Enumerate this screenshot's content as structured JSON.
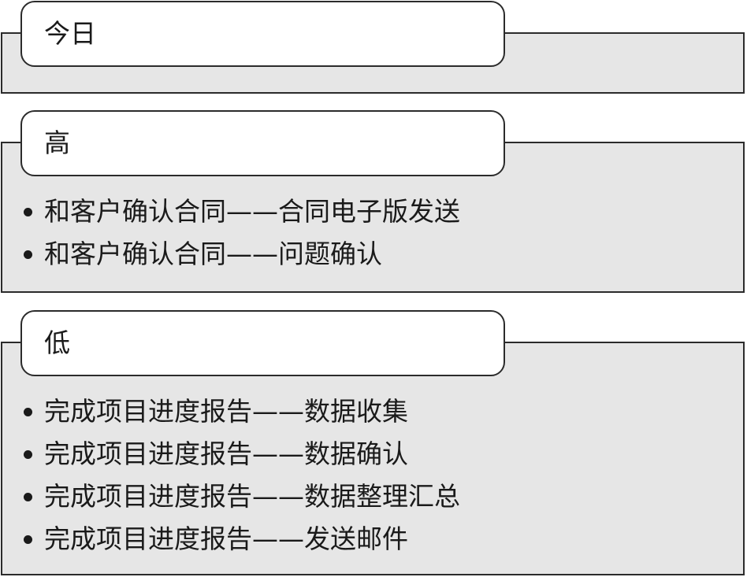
{
  "groups": [
    {
      "title": "今日",
      "items": []
    },
    {
      "title": "高",
      "items": [
        "和客户确认合同——合同电子版发送",
        "和客户确认合同——问题确认"
      ]
    },
    {
      "title": "低",
      "items": [
        "完成项目进度报告——数据收集",
        "完成项目进度报告——数据确认",
        "完成项目进度报告——数据整理汇总",
        "完成项目进度报告——发送邮件"
      ]
    }
  ]
}
